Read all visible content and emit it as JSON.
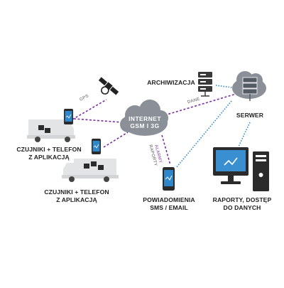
{
  "colors": {
    "purple_dash": "#7a2fa0",
    "blue_dot": "#2f86c9",
    "cloud": "#8a8f98",
    "server": "#7d838c",
    "phone_screen": "#2f86c9",
    "monitor_screen": "#3a8fd0",
    "truck": "#e3e4e6"
  },
  "labels": {
    "internet_line1": "INTERNET",
    "internet_line2": "GSM I 3G",
    "archiwizacja": "ARCHIWIZACJA",
    "serwer": "SERWER",
    "czujniki1_line1": "CZUJNIKI + TELEFON",
    "czujniki1_line2": "Z APLIKACJĄ",
    "czujniki2_line1": "CZUJNIKI + TELEFON",
    "czujniki2_line2": "Z APLIKACJĄ",
    "powiadomienia_line1": "POWIADOMIENIA",
    "powiadomienia_line2": "SMS / EMAIL",
    "raporty_line1": "RAPORTY, DOSTĘP",
    "raporty_line2": "DO DANYCH",
    "gps": "GPS",
    "dane": "DANE",
    "alarmy": "ALARMY",
    "raporty_small": "RAPORTY"
  },
  "icons": [
    "satellite-icon",
    "server-icon",
    "archive-server-icon",
    "cloud-icon",
    "truck-icon",
    "phone-icon",
    "monitor-icon",
    "pc-tower-icon"
  ]
}
